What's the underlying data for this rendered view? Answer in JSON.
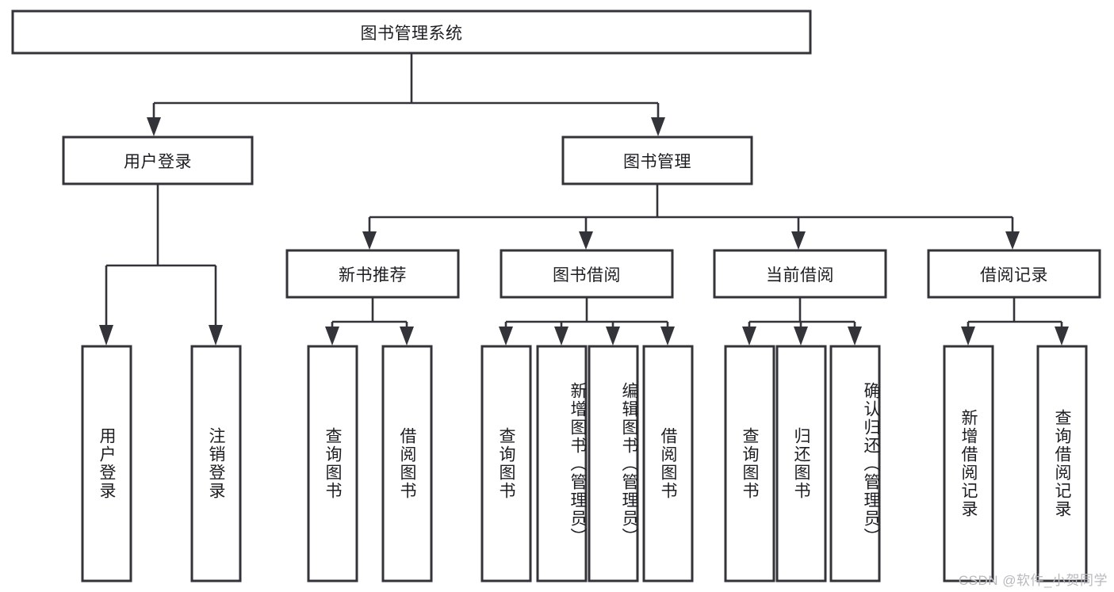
{
  "diagram": {
    "title_node": {
      "label": "图书管理系统"
    },
    "colors": {
      "stroke": "#33333a",
      "fill": "#ffffff",
      "text": "#1d1d22",
      "watermark": "#b9b9bd",
      "background": "#ffffff"
    },
    "levels": {
      "level1": [
        {
          "id": "root",
          "label": "图书管理系统",
          "orientation": "horizontal"
        }
      ],
      "level2": [
        {
          "id": "user-login",
          "label": "用户登录",
          "orientation": "horizontal"
        },
        {
          "id": "book-manage",
          "label": "图书管理",
          "orientation": "horizontal"
        }
      ],
      "level3": [
        {
          "id": "new-book-rec",
          "label": "新书推荐",
          "orientation": "horizontal"
        },
        {
          "id": "book-borrow",
          "label": "图书借阅",
          "orientation": "horizontal"
        },
        {
          "id": "current-borrow",
          "label": "当前借阅",
          "orientation": "horizontal"
        },
        {
          "id": "borrow-record",
          "label": "借阅记录",
          "orientation": "horizontal"
        }
      ],
      "level4": [
        {
          "id": "leaf-user-login",
          "label": "用户登录",
          "orientation": "vertical",
          "parent": "user-login"
        },
        {
          "id": "leaf-logout",
          "label": "注销登录",
          "orientation": "vertical",
          "parent": "user-login"
        },
        {
          "id": "leaf-query-book-1",
          "label": "查询图书",
          "orientation": "vertical",
          "parent": "new-book-rec"
        },
        {
          "id": "leaf-borrow-book-1",
          "label": "借阅图书",
          "orientation": "vertical",
          "parent": "new-book-rec"
        },
        {
          "id": "leaf-query-book-2",
          "label": "查询图书",
          "orientation": "vertical",
          "parent": "book-borrow"
        },
        {
          "id": "leaf-add-book",
          "label": "新增图书（管理员）",
          "orientation": "vertical",
          "parent": "book-borrow"
        },
        {
          "id": "leaf-edit-book",
          "label": "编辑图书（管理员）",
          "orientation": "vertical",
          "parent": "book-borrow"
        },
        {
          "id": "leaf-borrow-book-2",
          "label": "借阅图书",
          "orientation": "vertical",
          "parent": "book-borrow"
        },
        {
          "id": "leaf-query-book-3",
          "label": "查询图书",
          "orientation": "vertical",
          "parent": "current-borrow"
        },
        {
          "id": "leaf-return-book",
          "label": "归还图书",
          "orientation": "vertical",
          "parent": "current-borrow"
        },
        {
          "id": "leaf-confirm-return",
          "label": "确认归还（管理员）",
          "orientation": "vertical",
          "parent": "current-borrow"
        },
        {
          "id": "leaf-add-record",
          "label": "新增借阅记录",
          "orientation": "vertical",
          "parent": "borrow-record"
        },
        {
          "id": "leaf-query-record",
          "label": "查询借阅记录",
          "orientation": "vertical",
          "parent": "borrow-record"
        }
      ]
    }
  },
  "watermark": {
    "text": "CSDN @软件_小贺同学"
  }
}
